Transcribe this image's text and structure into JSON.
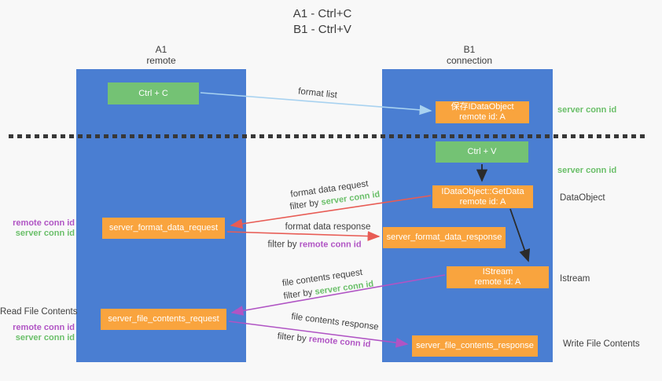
{
  "title": {
    "line1": "A1 - Ctrl+C",
    "line2": "B1 - Ctrl+V"
  },
  "columns": {
    "left": {
      "header_line1": "A1",
      "header_line2": "remote"
    },
    "right": {
      "header_line1": "B1",
      "header_line2": "connection"
    }
  },
  "boxes": {
    "ctrl_c": {
      "label": "Ctrl + C"
    },
    "ctrl_v": {
      "label": "Ctrl + V"
    },
    "save_dataobject": {
      "line1": "保存IDataObject",
      "line2": "remote id: A"
    },
    "getdata": {
      "line1": "IDataObject::GetData",
      "line2": "remote id: A"
    },
    "istream": {
      "line1": "IStream",
      "line2": "remote id: A"
    },
    "format_request": {
      "label": "server_format_data_request"
    },
    "format_response": {
      "label": "server_format_data_response"
    },
    "file_request": {
      "label": "server_file_contents_request"
    },
    "file_response": {
      "label": "server_file_contents_response"
    }
  },
  "side_labels": {
    "right": {
      "server_conn_id_top": "server conn id",
      "server_conn_id_mid": "server conn id",
      "dataobject": "DataObject",
      "istream": "Istream",
      "write_file_contents": "Write File Contents"
    },
    "left": {
      "remote_conn_id_1": "remote conn id",
      "server_conn_id_1": "server conn id",
      "read_file_contents": "Read File Contents",
      "remote_conn_id_2": "remote conn id",
      "server_conn_id_2": "server conn id"
    }
  },
  "flow_labels": {
    "format_list": "format list",
    "format_data_request": "format data request",
    "filter_server_1": {
      "prefix": "filter by ",
      "keyword": "server conn id"
    },
    "format_data_response": "format data response",
    "filter_remote_1": {
      "prefix": "filter by ",
      "keyword": "remote conn id"
    },
    "file_contents_request": "file contents request",
    "filter_server_2": {
      "prefix": "filter by ",
      "keyword": "server conn id"
    },
    "file_contents_response": "file contents response",
    "filter_remote_2": {
      "prefix": "filter by ",
      "keyword": "remote conn id"
    }
  },
  "colors": {
    "column_blue": "#4a7ed2",
    "box_orange": "#f9a43e",
    "box_green": "#74c274",
    "arrow_red": "#e85c55",
    "arrow_purple": "#b054c4",
    "arrow_light_blue": "#a8d2f0",
    "arrow_black": "#2b2b2b",
    "text_green": "#6abf69",
    "text_purple": "#b054c4"
  }
}
